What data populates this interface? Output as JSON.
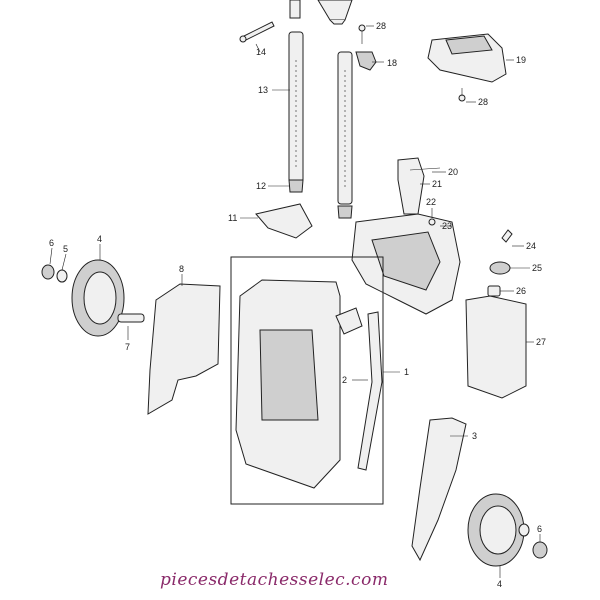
{
  "diagram": {
    "part_labels": [
      "14",
      "13",
      "12",
      "11",
      "28",
      "18",
      "19",
      "28",
      "20",
      "21",
      "22",
      "23",
      "24",
      "25",
      "26",
      "27",
      "6",
      "5",
      "4",
      "7",
      "8",
      "2",
      "1",
      "3",
      "4",
      "6"
    ],
    "watermark": "piecesdetachesselec.com",
    "colors": {
      "line": "#222222",
      "fill": "#f0f0f0",
      "watermark": "#8a2a6a"
    }
  }
}
